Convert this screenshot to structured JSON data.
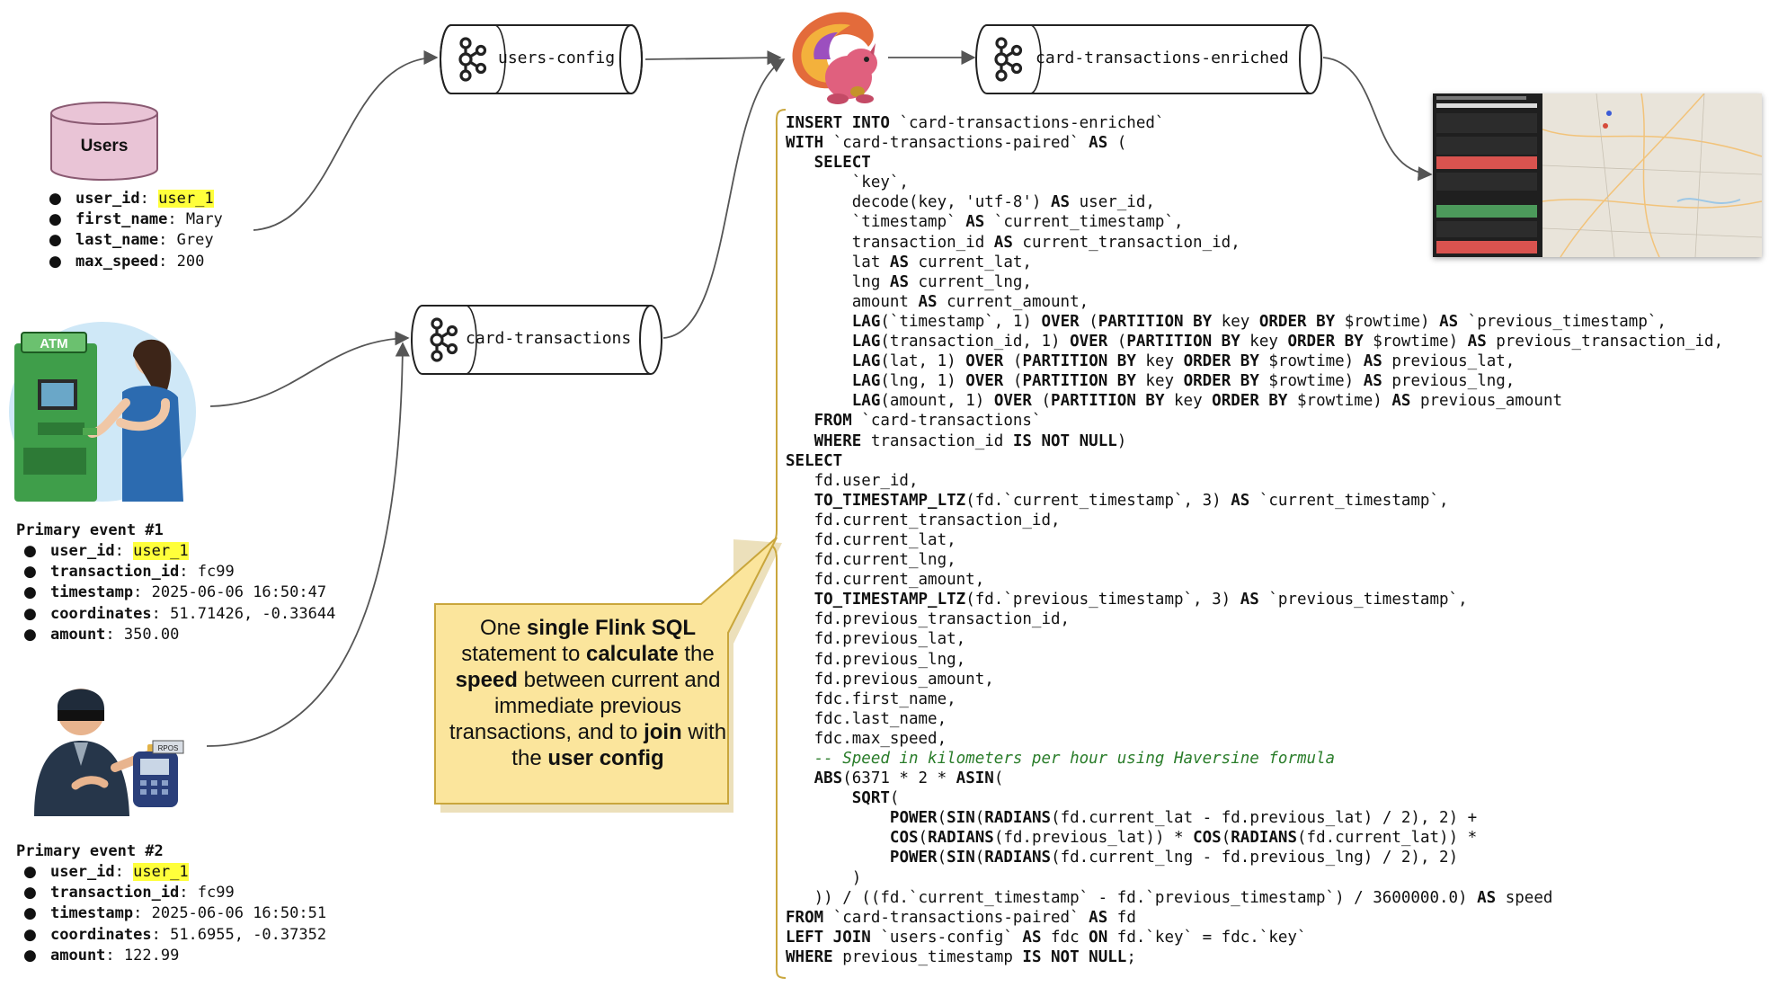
{
  "users_table": {
    "label": "Users",
    "fields": [
      {
        "key": "user_id",
        "value": "user_1",
        "highlight": true
      },
      {
        "key": "first_name",
        "value": "Mary",
        "highlight": false
      },
      {
        "key": "last_name",
        "value": "Grey",
        "highlight": false
      },
      {
        "key": "max_speed",
        "value": "200",
        "highlight": false
      }
    ]
  },
  "topics": {
    "users_config": "users-config",
    "card_transactions": "card-transactions",
    "card_transactions_enriched": "card-transactions-enriched"
  },
  "events": [
    {
      "title": "Primary event #1",
      "fields": [
        {
          "key": "user_id",
          "value": "user_1",
          "highlight": true
        },
        {
          "key": "transaction_id",
          "value": "fc99",
          "highlight": false
        },
        {
          "key": "timestamp",
          "value": "2025-06-06 16:50:47",
          "highlight": false
        },
        {
          "key": "coordinates",
          "value": "51.71426, -0.33644",
          "highlight": false
        },
        {
          "key": "amount",
          "value": "350.00",
          "highlight": false
        }
      ]
    },
    {
      "title": "Primary event #2",
      "fields": [
        {
          "key": "user_id",
          "value": "user_1",
          "highlight": true
        },
        {
          "key": "transaction_id",
          "value": "fc99",
          "highlight": false
        },
        {
          "key": "timestamp",
          "value": "2025-06-06 16:50:51",
          "highlight": false
        },
        {
          "key": "coordinates",
          "value": "51.6955, -0.37352",
          "highlight": false
        },
        {
          "key": "amount",
          "value": "122.99",
          "highlight": false
        }
      ]
    }
  ],
  "callout": {
    "parts": [
      {
        "text": "One ",
        "bold": false
      },
      {
        "text": "single Flink SQL",
        "bold": true
      },
      {
        "text": " statement to ",
        "bold": false
      },
      {
        "text": "calculate",
        "bold": true
      },
      {
        "text": " the ",
        "bold": false
      },
      {
        "text": "speed",
        "bold": true
      },
      {
        "text": " between current and immediate previous transactions, and to ",
        "bold": false
      },
      {
        "text": "join",
        "bold": true
      },
      {
        "text": " with the ",
        "bold": false
      },
      {
        "text": "user config",
        "bold": true
      }
    ]
  },
  "atm_sign": "ATM",
  "pos_sign": "RPOS",
  "sql_lines": [
    [
      {
        "t": "INSERT INTO",
        "k": 1
      },
      {
        "t": " `card-transactions-enriched`"
      }
    ],
    [
      {
        "t": "WITH",
        "k": 1
      },
      {
        "t": " `card-transactions-paired` "
      },
      {
        "t": "AS",
        "k": 1
      },
      {
        "t": " ("
      }
    ],
    [
      {
        "t": "   "
      },
      {
        "t": "SELECT",
        "k": 1
      }
    ],
    [
      {
        "t": "       `key`,"
      }
    ],
    [
      {
        "t": "       decode(key, 'utf-8') "
      },
      {
        "t": "AS",
        "k": 1
      },
      {
        "t": " user_id,"
      }
    ],
    [
      {
        "t": "       `timestamp` "
      },
      {
        "t": "AS",
        "k": 1
      },
      {
        "t": " `current_timestamp`,"
      }
    ],
    [
      {
        "t": "       transaction_id "
      },
      {
        "t": "AS",
        "k": 1
      },
      {
        "t": " current_transaction_id,"
      }
    ],
    [
      {
        "t": "       lat "
      },
      {
        "t": "AS",
        "k": 1
      },
      {
        "t": " current_lat,"
      }
    ],
    [
      {
        "t": "       lng "
      },
      {
        "t": "AS",
        "k": 1
      },
      {
        "t": " current_lng,"
      }
    ],
    [
      {
        "t": "       amount "
      },
      {
        "t": "AS",
        "k": 1
      },
      {
        "t": " current_amount,"
      }
    ],
    [
      {
        "t": "       "
      },
      {
        "t": "LAG",
        "k": 1
      },
      {
        "t": "(`timestamp`, 1) "
      },
      {
        "t": "OVER",
        "k": 1
      },
      {
        "t": " ("
      },
      {
        "t": "PARTITION BY",
        "k": 1
      },
      {
        "t": " key "
      },
      {
        "t": "ORDER BY",
        "k": 1
      },
      {
        "t": " $rowtime) "
      },
      {
        "t": "AS",
        "k": 1
      },
      {
        "t": " `previous_timestamp`,"
      }
    ],
    [
      {
        "t": "       "
      },
      {
        "t": "LAG",
        "k": 1
      },
      {
        "t": "(transaction_id, 1) "
      },
      {
        "t": "OVER",
        "k": 1
      },
      {
        "t": " ("
      },
      {
        "t": "PARTITION BY",
        "k": 1
      },
      {
        "t": " key "
      },
      {
        "t": "ORDER BY",
        "k": 1
      },
      {
        "t": " $rowtime) "
      },
      {
        "t": "AS",
        "k": 1
      },
      {
        "t": " previous_transaction_id,"
      }
    ],
    [
      {
        "t": "       "
      },
      {
        "t": "LAG",
        "k": 1
      },
      {
        "t": "(lat, 1) "
      },
      {
        "t": "OVER",
        "k": 1
      },
      {
        "t": " ("
      },
      {
        "t": "PARTITION BY",
        "k": 1
      },
      {
        "t": " key "
      },
      {
        "t": "ORDER BY",
        "k": 1
      },
      {
        "t": " $rowtime) "
      },
      {
        "t": "AS",
        "k": 1
      },
      {
        "t": " previous_lat,"
      }
    ],
    [
      {
        "t": "       "
      },
      {
        "t": "LAG",
        "k": 1
      },
      {
        "t": "(lng, 1) "
      },
      {
        "t": "OVER",
        "k": 1
      },
      {
        "t": " ("
      },
      {
        "t": "PARTITION BY",
        "k": 1
      },
      {
        "t": " key "
      },
      {
        "t": "ORDER BY",
        "k": 1
      },
      {
        "t": " $rowtime) "
      },
      {
        "t": "AS",
        "k": 1
      },
      {
        "t": " previous_lng,"
      }
    ],
    [
      {
        "t": "       "
      },
      {
        "t": "LAG",
        "k": 1
      },
      {
        "t": "(amount, 1) "
      },
      {
        "t": "OVER",
        "k": 1
      },
      {
        "t": " ("
      },
      {
        "t": "PARTITION BY",
        "k": 1
      },
      {
        "t": " key "
      },
      {
        "t": "ORDER BY",
        "k": 1
      },
      {
        "t": " $rowtime) "
      },
      {
        "t": "AS",
        "k": 1
      },
      {
        "t": " previous_amount"
      }
    ],
    [
      {
        "t": "   "
      },
      {
        "t": "FROM",
        "k": 1
      },
      {
        "t": " `card-transactions`"
      }
    ],
    [
      {
        "t": "   "
      },
      {
        "t": "WHERE",
        "k": 1
      },
      {
        "t": " transaction_id "
      },
      {
        "t": "IS NOT NULL",
        "k": 1
      },
      {
        "t": ")"
      }
    ],
    [
      {
        "t": "SELECT",
        "k": 1
      }
    ],
    [
      {
        "t": "   fd.user_id,"
      }
    ],
    [
      {
        "t": "   "
      },
      {
        "t": "TO_TIMESTAMP_LTZ",
        "k": 1
      },
      {
        "t": "(fd.`current_timestamp`, 3) "
      },
      {
        "t": "AS",
        "k": 1
      },
      {
        "t": " `current_timestamp`,"
      }
    ],
    [
      {
        "t": "   fd.current_transaction_id,"
      }
    ],
    [
      {
        "t": "   fd.current_lat,"
      }
    ],
    [
      {
        "t": "   fd.current_lng,"
      }
    ],
    [
      {
        "t": "   fd.current_amount,"
      }
    ],
    [
      {
        "t": "   "
      },
      {
        "t": "TO_TIMESTAMP_LTZ",
        "k": 1
      },
      {
        "t": "(fd.`previous_timestamp`, 3) "
      },
      {
        "t": "AS",
        "k": 1
      },
      {
        "t": " `previous_timestamp`,"
      }
    ],
    [
      {
        "t": "   fd.previous_transaction_id,"
      }
    ],
    [
      {
        "t": "   fd.previous_lat,"
      }
    ],
    [
      {
        "t": "   fd.previous_lng,"
      }
    ],
    [
      {
        "t": "   fd.previous_amount,"
      }
    ],
    [
      {
        "t": "   fdc.first_name,"
      }
    ],
    [
      {
        "t": "   fdc.last_name,"
      }
    ],
    [
      {
        "t": "   fdc.max_speed,"
      }
    ],
    [
      {
        "t": "   "
      },
      {
        "t": "-- Speed in kilometers per hour using Haversine formula",
        "c": 1
      }
    ],
    [
      {
        "t": "   "
      },
      {
        "t": "ABS",
        "k": 1
      },
      {
        "t": "(6371 * 2 * "
      },
      {
        "t": "ASIN",
        "k": 1
      },
      {
        "t": "("
      }
    ],
    [
      {
        "t": "       "
      },
      {
        "t": "SQRT",
        "k": 1
      },
      {
        "t": "("
      }
    ],
    [
      {
        "t": "           "
      },
      {
        "t": "POWER",
        "k": 1
      },
      {
        "t": "("
      },
      {
        "t": "SIN",
        "k": 1
      },
      {
        "t": "("
      },
      {
        "t": "RADIANS",
        "k": 1
      },
      {
        "t": "(fd.current_lat - fd.previous_lat) / 2), 2) +"
      }
    ],
    [
      {
        "t": "           "
      },
      {
        "t": "COS",
        "k": 1
      },
      {
        "t": "("
      },
      {
        "t": "RADIANS",
        "k": 1
      },
      {
        "t": "(fd.previous_lat)) * "
      },
      {
        "t": "COS",
        "k": 1
      },
      {
        "t": "("
      },
      {
        "t": "RADIANS",
        "k": 1
      },
      {
        "t": "(fd.current_lat)) *"
      }
    ],
    [
      {
        "t": "           "
      },
      {
        "t": "POWER",
        "k": 1
      },
      {
        "t": "("
      },
      {
        "t": "SIN",
        "k": 1
      },
      {
        "t": "("
      },
      {
        "t": "RADIANS",
        "k": 1
      },
      {
        "t": "(fd.current_lng - fd.previous_lng) / 2), 2)"
      }
    ],
    [
      {
        "t": "       )"
      }
    ],
    [
      {
        "t": "   )) / ((fd.`current_timestamp` - fd.`previous_timestamp`) / 3600000.0) "
      },
      {
        "t": "AS",
        "k": 1
      },
      {
        "t": " speed"
      }
    ],
    [
      {
        "t": "FROM",
        "k": 1
      },
      {
        "t": " `card-transactions-paired` "
      },
      {
        "t": "AS",
        "k": 1
      },
      {
        "t": " fd"
      }
    ],
    [
      {
        "t": "LEFT JOIN",
        "k": 1
      },
      {
        "t": " `users-config` "
      },
      {
        "t": "AS",
        "k": 1
      },
      {
        "t": " fdc "
      },
      {
        "t": "ON",
        "k": 1
      },
      {
        "t": " fd.`key` = fdc.`key`"
      }
    ],
    [
      {
        "t": "WHERE",
        "k": 1
      },
      {
        "t": " previous_timestamp "
      },
      {
        "t": "IS NOT NULL",
        "k": 1
      },
      {
        "t": ";"
      }
    ]
  ],
  "colors": {
    "users_db_fill": "#e9c4d6",
    "callout_fill": "#fbe59c",
    "callout_border": "#c9a63c",
    "brace": "#c9a63c",
    "highlight": "#ffff3b",
    "sql_comment": "#2a7d2a",
    "dashboard_bg": "#1f1f1f"
  },
  "icons": [
    "kafka-topic-icon",
    "database-icon",
    "flink-squirrel-icon",
    "atm-icon",
    "pos-terminal-icon",
    "thief-icon",
    "map-icon"
  ]
}
